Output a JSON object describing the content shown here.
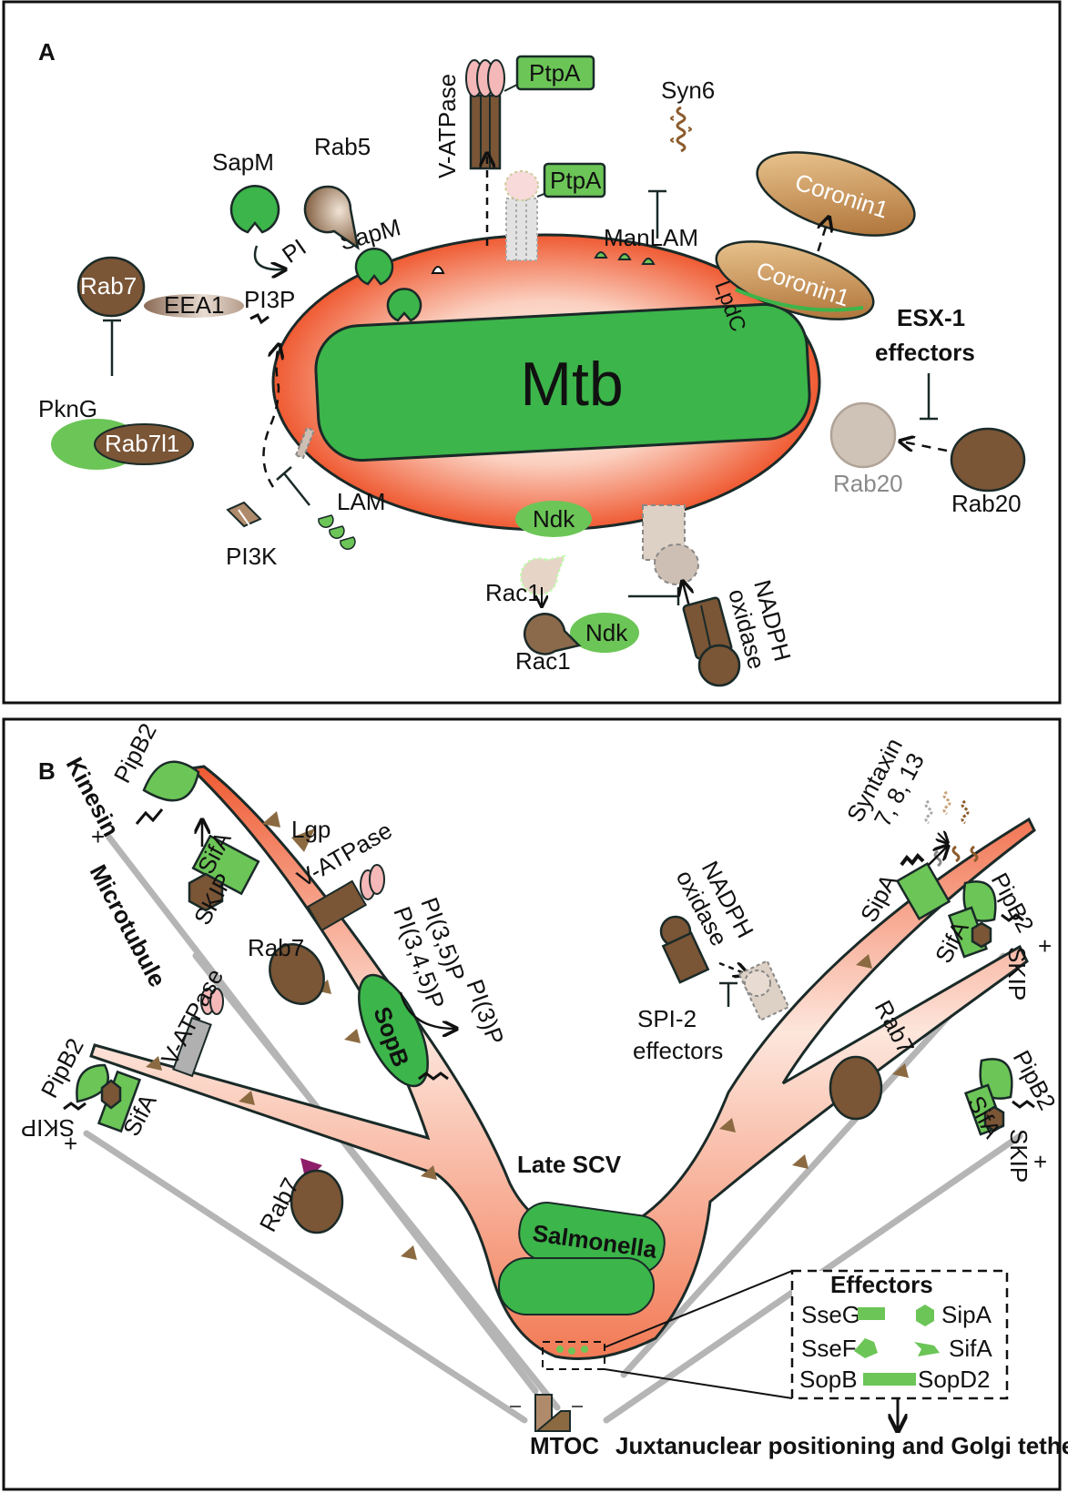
{
  "colors": {
    "membrane_orange": "#ef5a32",
    "membrane_light": "#fde3d8",
    "pathogen_green": "#3cb54a",
    "effector_green": "#6cc557",
    "rab_brown": "#7a5536",
    "coronin_tan": "#b87a3a",
    "microtubule_grey": "#b5b5b5",
    "outline": "#1a2a28"
  },
  "panel_a": {
    "letter": "A",
    "labels": {
      "mtb": "Mtb",
      "sapm_top": "SapM",
      "sapm_membrane": "SapM",
      "rab5": "Rab5",
      "vatpase": "V-ATPase",
      "ptpa_top": "PtpA",
      "ptpa_mid": "PtpA",
      "syn6": "Syn6",
      "manlam": "ManLAM",
      "coronin_top": "Coronin1",
      "coronin_membrane": "Coronin1",
      "lpdc": "LpdC",
      "esx1": "ESX-1",
      "effectors": "effectors",
      "rab20_ghost": "Rab20",
      "rab20": "Rab20",
      "rab7": "Rab7",
      "eea1": "EEA1",
      "pi3p": "PI3P",
      "pi": "PI",
      "pkng": "PknG",
      "rab7l1": "Rab7l1",
      "lam": "LAM",
      "pi3k": "PI3K",
      "ndk_membrane": "Ndk",
      "rac1_upper": "Rac1",
      "rac1_lower": "Rac1",
      "ndk_lower": "Ndk",
      "nadph_line1": "NADPH",
      "nadph_line2": "oxidase"
    }
  },
  "panel_b": {
    "letter": "B",
    "labels": {
      "kinesin": "Kinesin",
      "microtubule": "Microtubule",
      "pipb2_tl": "PipB2",
      "sifa_tl": "SifA",
      "skip_tl": "SKIP",
      "lgp": "Lgp",
      "vatpase_upper": "V-ATPase",
      "rab7_upper": "Rab7",
      "pi35p": "PI(3,5)P",
      "pi345p": "PI(3,4,5)P",
      "pi3p": "PI(3)P",
      "sopb": "SopB",
      "pipb2_left": "PipB2",
      "sifa_left": "SifA",
      "skip_left": "SKIP",
      "vatpase_left": "V-ATPase",
      "rab7_lower": "Rab7",
      "late_scv": "Late SCV",
      "salmonella": "Salmonella",
      "nadph_line1": "NADPH",
      "nadph_line2": "oxidase",
      "spi2_line1": "SPI-2",
      "spi2_line2": "effectors",
      "syntaxin_line1": "Syntaxin",
      "syntaxin_line2": "7, 8, 13",
      "sipa_right": "SipA",
      "pipb2_r1": "PipB2",
      "sifa_r1": "SifA",
      "skip_r1": "SKIP",
      "rab7_right": "Rab7",
      "pipb2_r2": "PipB2",
      "sifa_r2": "SifA",
      "skip_r2": "SKIP",
      "mtoc": "MTOC",
      "juxta": "Juxtanuclear positioning and Golgi tethering",
      "plus": "+"
    },
    "effectors_box": {
      "title": "Effectors",
      "items": [
        "SseG",
        "SipA",
        "SseF",
        "SifA",
        "SopB",
        "SopD2"
      ]
    }
  }
}
